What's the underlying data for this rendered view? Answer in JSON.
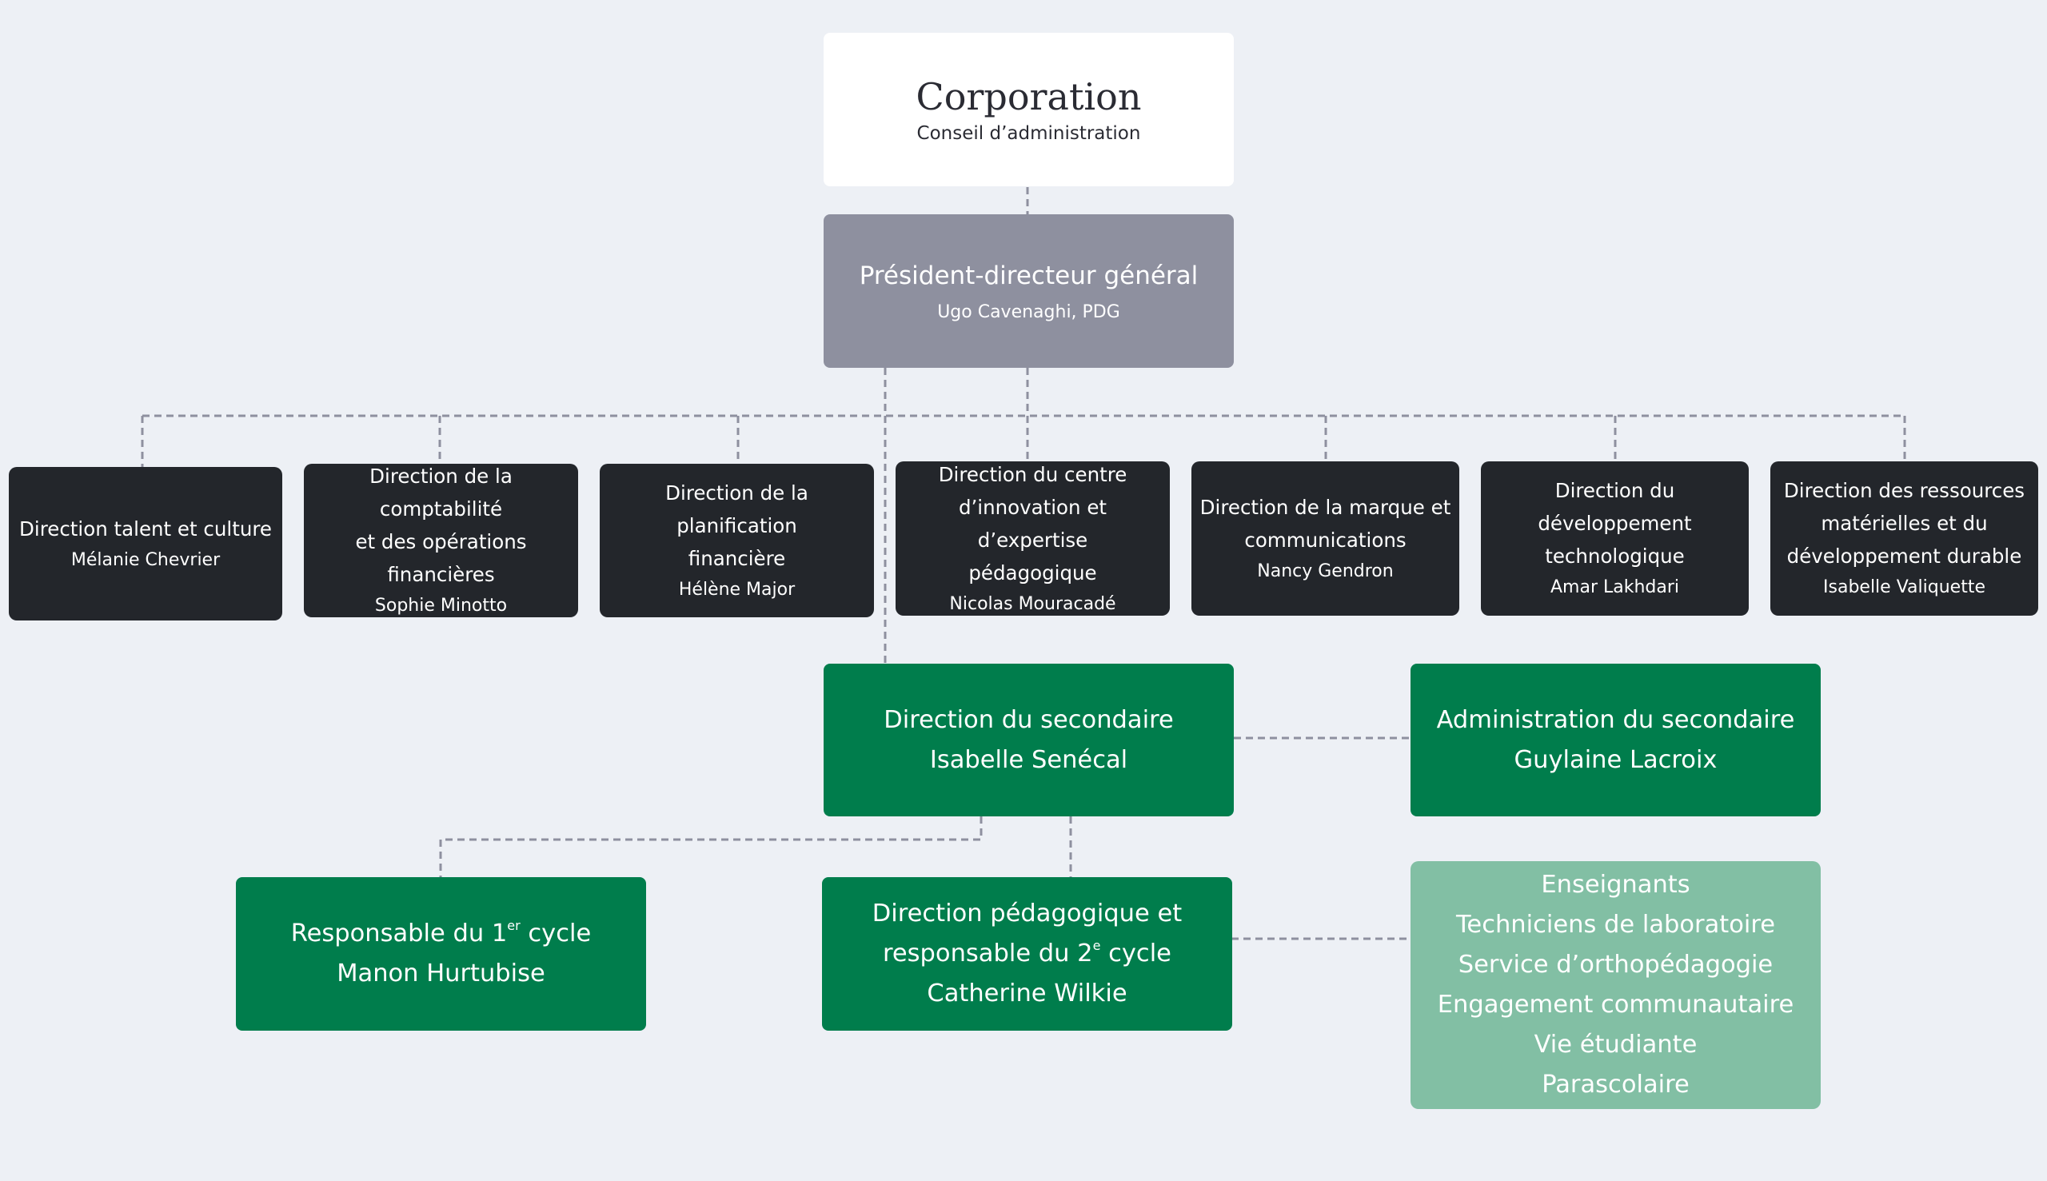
{
  "corporation": {
    "title": "Corporation",
    "subtitle": "Conseil d’administration"
  },
  "ceo": {
    "title": "Président-directeur général",
    "person": "Ugo Cavenaghi, PDG"
  },
  "directions": [
    {
      "lines": [
        "Direction talent et culture"
      ],
      "person": "Mélanie Chevrier"
    },
    {
      "lines": [
        "Direction de la comptabilité",
        "et des opérations financières"
      ],
      "person": "Sophie Minotto"
    },
    {
      "lines": [
        "Direction de la planification",
        "financière"
      ],
      "person": "Hélène Major"
    },
    {
      "lines": [
        "Direction du centre",
        "d’innovation et d’expertise",
        "pédagogique"
      ],
      "person": "Nicolas Mouracadé"
    },
    {
      "lines": [
        "Direction de la marque et",
        "communications"
      ],
      "person": "Nancy Gendron"
    },
    {
      "lines": [
        "Direction du développement",
        "technologique"
      ],
      "person": "Amar Lakhdari"
    },
    {
      "lines": [
        "Direction des ressources",
        "matérielles et du",
        "développement durable"
      ],
      "person": "Isabelle Valiquette"
    }
  ],
  "secondary_direction": {
    "title": "Direction du secondaire",
    "person": "Isabelle Senécal"
  },
  "secondary_admin": {
    "title": "Administration du secondaire",
    "person": "Guylaine Lacroix"
  },
  "cycle1": {
    "prefix": "Responsable du 1",
    "sup": "er",
    "suffix": " cycle",
    "person": "Manon Hurtubise"
  },
  "cycle2": {
    "line1": "Direction pédagogique et",
    "prefix": "responsable du 2",
    "sup": "e",
    "suffix": " cycle",
    "person": "Catherine Wilkie"
  },
  "services": [
    "Enseignants",
    "Techniciens de laboratoire",
    "Service d’orthopédagogie",
    "Engagement communautaire",
    "Vie étudiante",
    "Parascolaire"
  ],
  "colors": {
    "background": "#edf0f5",
    "corporation": "#ffffff",
    "ceo": "#8e909f",
    "direction": "#23262b",
    "secondary": "#007d4c",
    "services": "#82bfa4",
    "connector": "#8e909f"
  }
}
